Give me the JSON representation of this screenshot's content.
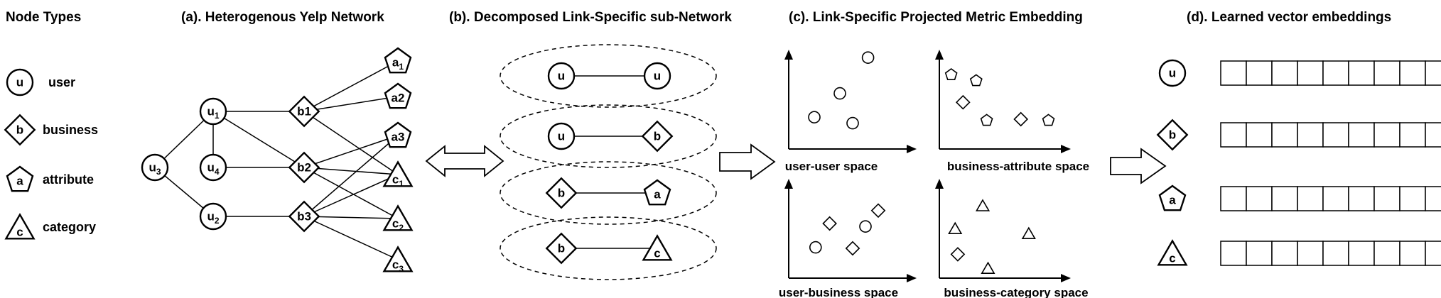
{
  "titles": {
    "node_types": "Node Types",
    "a": "(a). Heterogenous Yelp Network",
    "b": "(b). Decomposed Link-Specific sub-Network",
    "c": "(c). Link-Specific Projected Metric Embedding",
    "d": "(d). Learned  vector embeddings"
  },
  "legend": [
    {
      "shape": "circle",
      "letter": "u",
      "label": "user"
    },
    {
      "shape": "diamond",
      "letter": "b",
      "label": "business"
    },
    {
      "shape": "pentagon",
      "letter": "a",
      "label": "attribute"
    },
    {
      "shape": "triangle",
      "letter": "c",
      "label": "category"
    }
  ],
  "network": {
    "nodes": [
      {
        "id": "u3",
        "shape": "circle",
        "letter": "u",
        "sub": "3"
      },
      {
        "id": "u1",
        "shape": "circle",
        "letter": "u",
        "sub": "1"
      },
      {
        "id": "u4",
        "shape": "circle",
        "letter": "u",
        "sub": "4"
      },
      {
        "id": "u2",
        "shape": "circle",
        "letter": "u",
        "sub": "2"
      },
      {
        "id": "b1",
        "shape": "diamond",
        "letter": "b1",
        "sub": ""
      },
      {
        "id": "b2",
        "shape": "diamond",
        "letter": "b2",
        "sub": ""
      },
      {
        "id": "b3",
        "shape": "diamond",
        "letter": "b3",
        "sub": ""
      },
      {
        "id": "a1",
        "shape": "pentagon",
        "letter": "a",
        "sub": "1"
      },
      {
        "id": "a2",
        "shape": "pentagon",
        "letter": "a2",
        "sub": ""
      },
      {
        "id": "a3",
        "shape": "pentagon",
        "letter": "a3",
        "sub": ""
      },
      {
        "id": "c1",
        "shape": "triangle",
        "letter": "c",
        "sub": "1"
      },
      {
        "id": "c2",
        "shape": "triangle",
        "letter": "c",
        "sub": "2"
      },
      {
        "id": "c3",
        "shape": "triangle",
        "letter": "c",
        "sub": "3"
      }
    ],
    "edges": [
      [
        "u3",
        "u1"
      ],
      [
        "u3",
        "u2"
      ],
      [
        "u1",
        "u4"
      ],
      [
        "u1",
        "b1"
      ],
      [
        "u1",
        "b2"
      ],
      [
        "u4",
        "b2"
      ],
      [
        "u2",
        "b3"
      ],
      [
        "b1",
        "a1"
      ],
      [
        "b1",
        "a2"
      ],
      [
        "b1",
        "c1"
      ],
      [
        "b2",
        "a3"
      ],
      [
        "b2",
        "c1"
      ],
      [
        "b2",
        "c2"
      ],
      [
        "b3",
        "c1"
      ],
      [
        "b3",
        "c2"
      ],
      [
        "b3",
        "c3"
      ],
      [
        "b3",
        "a3"
      ]
    ]
  },
  "subnetworks": [
    {
      "left": {
        "shape": "circle",
        "letter": "u"
      },
      "right": {
        "shape": "circle",
        "letter": "u"
      }
    },
    {
      "left": {
        "shape": "circle",
        "letter": "u"
      },
      "right": {
        "shape": "diamond",
        "letter": "b"
      }
    },
    {
      "left": {
        "shape": "diamond",
        "letter": "b"
      },
      "right": {
        "shape": "pentagon",
        "letter": "a"
      }
    },
    {
      "left": {
        "shape": "diamond",
        "letter": "b"
      },
      "right": {
        "shape": "triangle",
        "letter": "c"
      }
    }
  ],
  "spaces": [
    {
      "label": "user-user space",
      "markers": [
        {
          "shape": "circle",
          "x": 0.62,
          "y": 0.08
        },
        {
          "shape": "circle",
          "x": 0.4,
          "y": 0.44
        },
        {
          "shape": "circle",
          "x": 0.2,
          "y": 0.68
        },
        {
          "shape": "circle",
          "x": 0.5,
          "y": 0.74
        }
      ]
    },
    {
      "label": "business-attribute space",
      "markers": [
        {
          "shape": "pentagon",
          "x": 0.09,
          "y": 0.25
        },
        {
          "shape": "pentagon",
          "x": 0.28,
          "y": 0.31
        },
        {
          "shape": "diamond",
          "x": 0.18,
          "y": 0.53
        },
        {
          "shape": "pentagon",
          "x": 0.36,
          "y": 0.71
        },
        {
          "shape": "diamond",
          "x": 0.62,
          "y": 0.7
        },
        {
          "shape": "pentagon",
          "x": 0.83,
          "y": 0.71
        }
      ]
    },
    {
      "label": "user-business space",
      "markers": [
        {
          "shape": "diamond",
          "x": 0.7,
          "y": 0.32
        },
        {
          "shape": "diamond",
          "x": 0.32,
          "y": 0.45
        },
        {
          "shape": "circle",
          "x": 0.6,
          "y": 0.48
        },
        {
          "shape": "circle",
          "x": 0.21,
          "y": 0.69
        },
        {
          "shape": "diamond",
          "x": 0.5,
          "y": 0.7
        }
      ]
    },
    {
      "label": "business-category space",
      "markers": [
        {
          "shape": "triangle",
          "x": 0.33,
          "y": 0.27
        },
        {
          "shape": "triangle",
          "x": 0.12,
          "y": 0.5
        },
        {
          "shape": "triangle",
          "x": 0.68,
          "y": 0.55
        },
        {
          "shape": "diamond",
          "x": 0.14,
          "y": 0.76
        },
        {
          "shape": "triangle",
          "x": 0.37,
          "y": 0.9
        }
      ]
    }
  ],
  "embeddings": [
    {
      "shape": "circle",
      "letter": "u",
      "cells": 10
    },
    {
      "shape": "diamond",
      "letter": "b",
      "cells": 10
    },
    {
      "shape": "pentagon",
      "letter": "a",
      "cells": 10
    },
    {
      "shape": "triangle",
      "letter": "c",
      "cells": 10
    }
  ]
}
